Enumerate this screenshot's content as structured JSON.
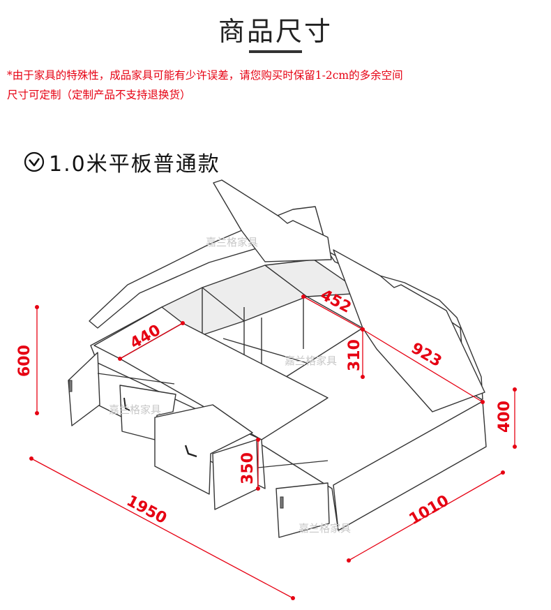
{
  "header": {
    "title": "商品尺寸"
  },
  "notice": {
    "line1": "*由于家具的特殊性，成品家具可能有少许误差，请您购买时保留1-2cm的多余空间",
    "line2": "尺寸可定制（定制产品不支持退换货）"
  },
  "model": {
    "name": "1.0米平板普通款"
  },
  "dimensions": {
    "length": "1950",
    "width": "1010",
    "headboard_height": "600",
    "side_height": "400",
    "drawer_height": "350",
    "top_shelf": "440",
    "compartment": "452",
    "inner_depth": "310",
    "storage_length": "923"
  },
  "watermark": {
    "text": "嘉兰格家具"
  },
  "colors": {
    "accent": "#e60012",
    "title": "#222222"
  }
}
